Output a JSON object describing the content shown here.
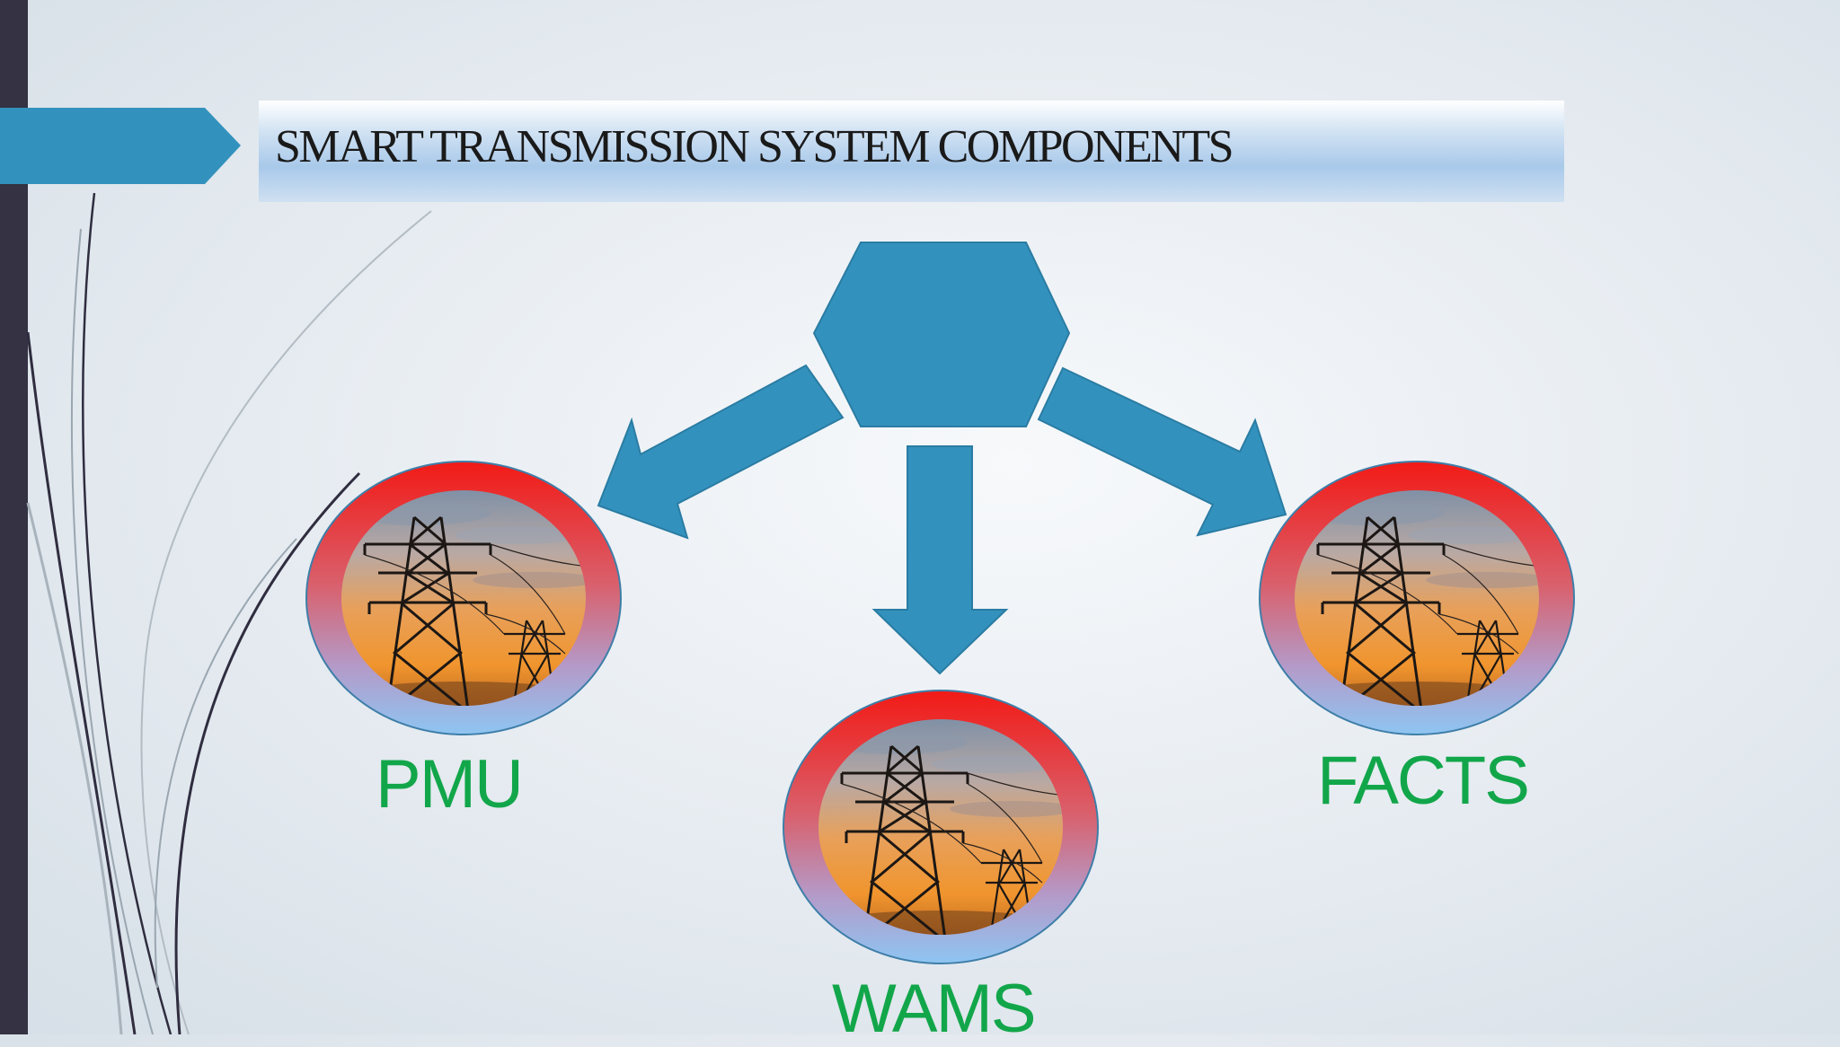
{
  "slide": {
    "title": "SMART TRANSMISSION SYSTEM COMPONENTS"
  },
  "diagram": {
    "center_shape": "hexagon",
    "nodes": [
      {
        "id": "pmu",
        "label": "PMU",
        "image": "transmission-tower-sunset"
      },
      {
        "id": "wams",
        "label": "WAMS",
        "image": "transmission-tower-sunset"
      },
      {
        "id": "facts",
        "label": "FACTS",
        "image": "transmission-tower-sunset"
      }
    ]
  },
  "colors": {
    "accent": "#3392bd",
    "label": "#12a64a",
    "left_bar": "#343243",
    "circle_top": "#f21a16",
    "circle_bottom": "#8ec5f2"
  }
}
